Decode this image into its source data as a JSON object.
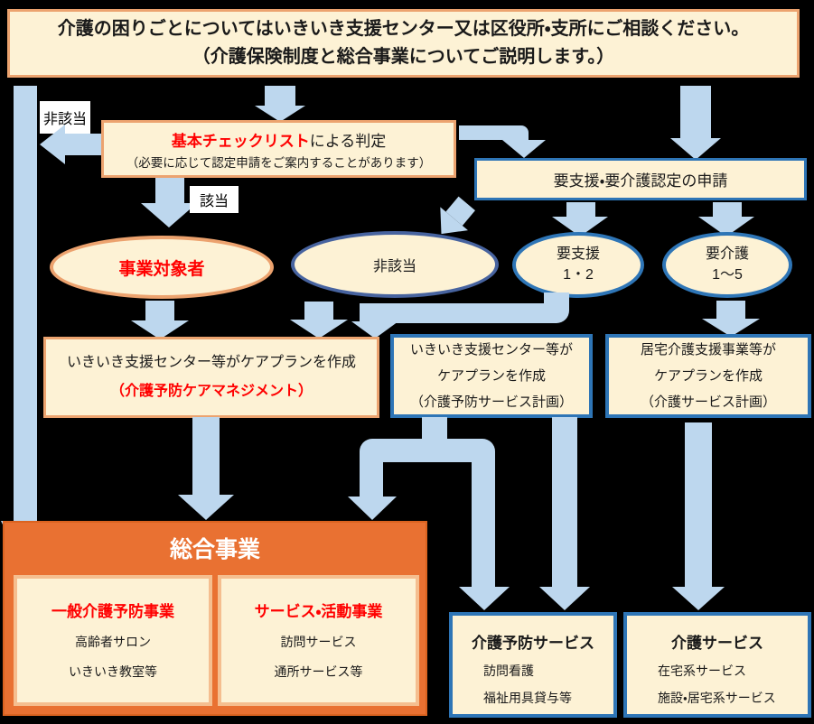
{
  "colors": {
    "background": "#000000",
    "cream": "#FDF2D5",
    "orange_border": "#ECA36F",
    "blue_border": "#2E75B6",
    "arrow_blue": "#BDD7EE",
    "sougou_orange": "#E97132",
    "card_border": "#F5BE8F",
    "accent_red": "#FF0000",
    "white": "#FFFFFF"
  },
  "banner": {
    "line1": "介護の困りごとについてはいきいき支援センター又は区役所・支所にご相談ください。",
    "line2": "（介護保険制度と総合事業についてご説明します。）"
  },
  "checklist_box": {
    "title_red": "基本チェックリスト",
    "title_rest": "による判定",
    "subtitle": "（必要に応じて認定申請をご案内することがあります）"
  },
  "labels": {
    "not_applicable": "非該当",
    "applicable": "該当"
  },
  "shinsei_box": {
    "label": "要支援・要介護認定の申請"
  },
  "ellipses": {
    "jigyou": "事業対象者",
    "higaitou": "非該当",
    "yoshien_line1": "要支援",
    "yoshien_line2": "1・2",
    "yokaigo_line1": "要介護",
    "yokaigo_line2": "1～5"
  },
  "mid_left_box": {
    "line1": "いきいき支援センター等がケアプランを作成",
    "line2": "（介護予防ケアマネジメント）"
  },
  "mid_center_box": {
    "line1": "いきいき支援センター等が",
    "line2": "ケアプランを作成",
    "line3": "（介護予防サービス計画）"
  },
  "mid_right_box": {
    "line1": "居宅介護支援事業等が",
    "line2": "ケアプランを作成",
    "line3": "（介護サービス計画）"
  },
  "sougou": {
    "title": "総合事業",
    "card_left": {
      "title": "一般介護予防事業",
      "line1": "高齢者サロン",
      "line2": "いきいき教室等"
    },
    "card_right": {
      "title": "サービス・活動事業",
      "line1": "訪問サービス",
      "line2": "通所サービス等"
    }
  },
  "bottom_left_box": {
    "title": "介護予防サービス",
    "line1": "訪問看護",
    "line2": "福祉用具貸与等"
  },
  "bottom_right_box": {
    "title": "介護サービス",
    "line1": "在宅系サービス",
    "line2": "施設・居宅系サービス"
  }
}
